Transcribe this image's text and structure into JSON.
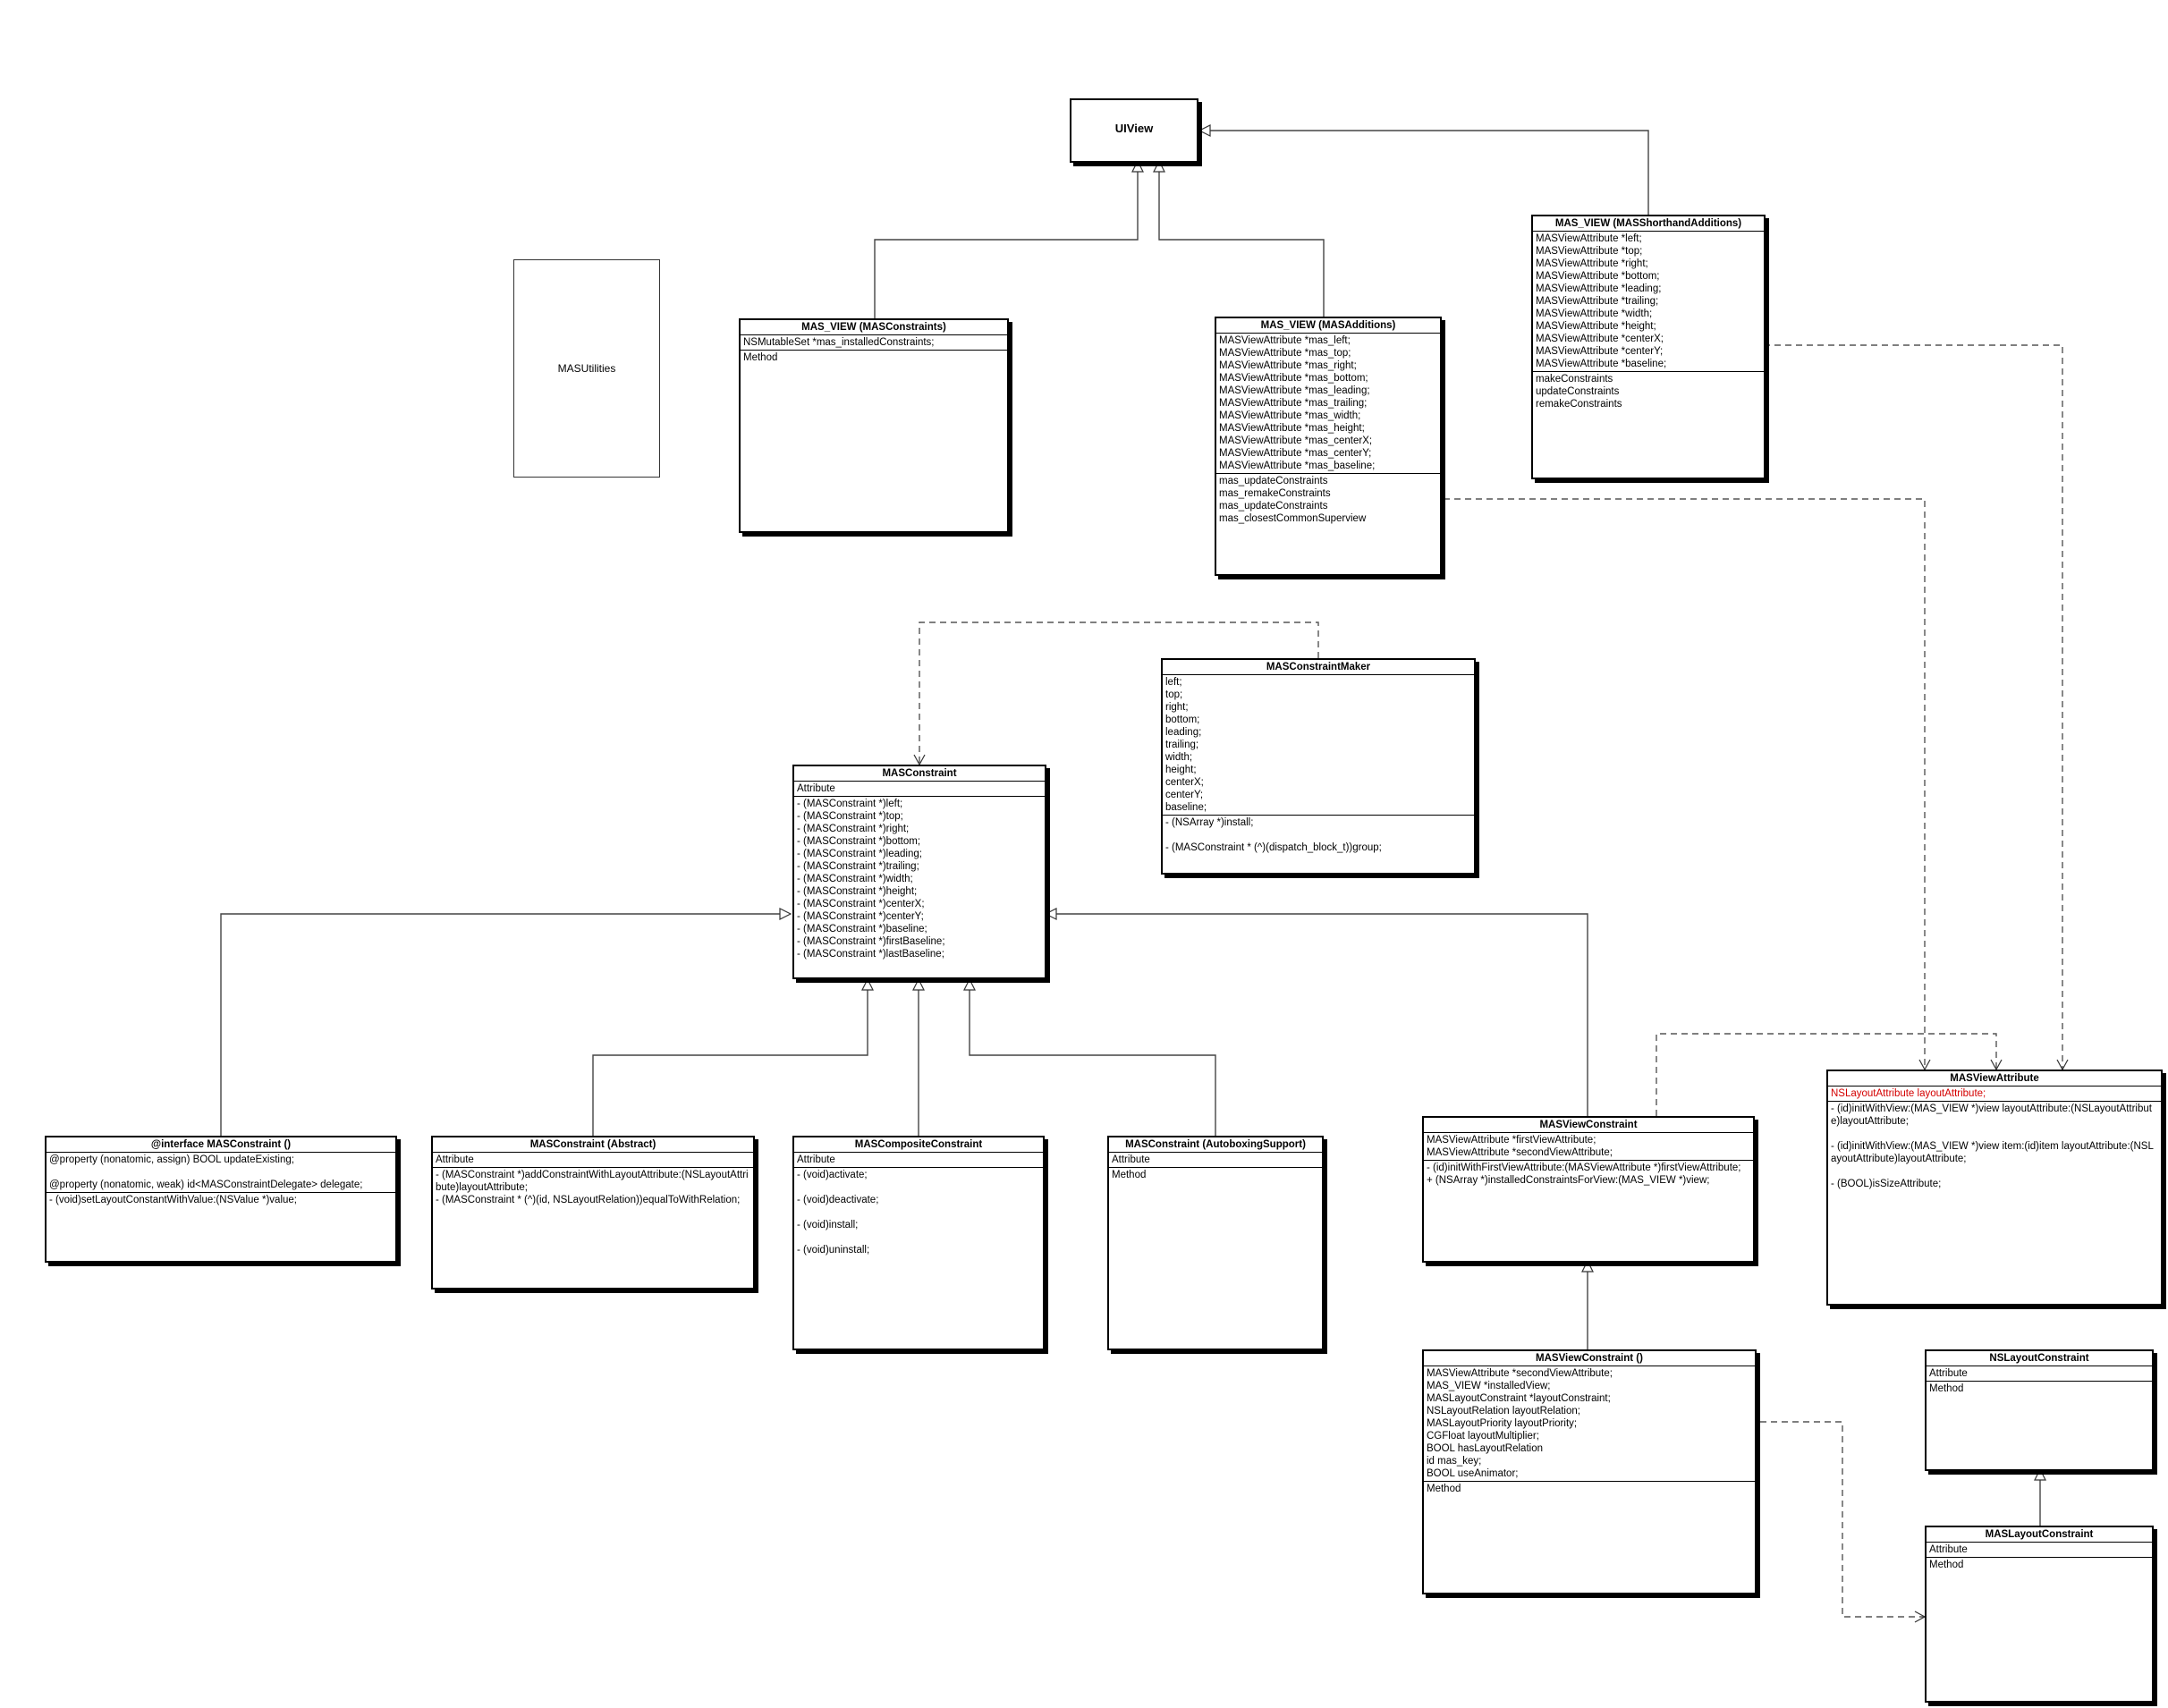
{
  "classes": {
    "uiview": {
      "title": "UIView"
    },
    "masutilities": {
      "title": "MASUtilities"
    },
    "mas_view_masconstraints": {
      "title": "MAS_VIEW (MASConstraints)",
      "attributes": [
        "NSMutableSet *mas_installedConstraints;"
      ],
      "methods": [
        "Method"
      ]
    },
    "mas_view_masadditions": {
      "title": "MAS_VIEW (MASAdditions)",
      "attributes": [
        "MASViewAttribute *mas_left;",
        "MASViewAttribute *mas_top;",
        "MASViewAttribute *mas_right;",
        "MASViewAttribute *mas_bottom;",
        "MASViewAttribute *mas_leading;",
        "MASViewAttribute *mas_trailing;",
        "MASViewAttribute *mas_width;",
        "MASViewAttribute *mas_height;",
        "MASViewAttribute *mas_centerX;",
        "MASViewAttribute *mas_centerY;",
        "MASViewAttribute *mas_baseline;"
      ],
      "methods": [
        "mas_updateConstraints",
        "mas_remakeConstraints",
        "mas_updateConstraints",
        "mas_closestCommonSuperview"
      ]
    },
    "mas_view_masshorthand": {
      "title": "MAS_VIEW (MASShorthandAdditions)",
      "attributes": [
        "MASViewAttribute *left;",
        "MASViewAttribute *top;",
        "MASViewAttribute *right;",
        "MASViewAttribute *bottom;",
        "MASViewAttribute *leading;",
        "MASViewAttribute *trailing;",
        "MASViewAttribute *width;",
        "MASViewAttribute *height;",
        "MASViewAttribute *centerX;",
        "MASViewAttribute *centerY;",
        "MASViewAttribute *baseline;"
      ],
      "methods": [
        "makeConstraints",
        "updateConstraints",
        "remakeConstraints"
      ]
    },
    "masconstraintmaker": {
      "title": "MASConstraintMaker",
      "attributes": [
        "left;",
        "top;",
        "right;",
        "bottom;",
        "leading;",
        "trailing;",
        "width;",
        "height;",
        "centerX;",
        "centerY;",
        "baseline;"
      ],
      "methods": [
        "- (NSArray *)install;",
        "",
        "- (MASConstraint * (^)(dispatch_block_t))group;"
      ]
    },
    "masconstraint": {
      "title": "MASConstraint",
      "attributes": [
        "Attribute"
      ],
      "methods": [
        "- (MASConstraint *)left;",
        "- (MASConstraint *)top;",
        "- (MASConstraint *)right;",
        "- (MASConstraint *)bottom;",
        "- (MASConstraint *)leading;",
        "- (MASConstraint *)trailing;",
        "- (MASConstraint *)width;",
        "- (MASConstraint *)height;",
        "- (MASConstraint *)centerX;",
        "- (MASConstraint *)centerY;",
        "- (MASConstraint *)baseline;",
        "- (MASConstraint *)firstBaseline;",
        "- (MASConstraint *)lastBaseline;"
      ]
    },
    "interface_masconstraint": {
      "title": "@interface MASConstraint ()",
      "attributes": [
        "@property (nonatomic, assign) BOOL updateExisting;",
        "",
        "@property (nonatomic, weak) id<MASConstraintDelegate> delegate;"
      ],
      "methods": [
        "- (void)setLayoutConstantWithValue:(NSValue *)value;"
      ]
    },
    "masconstraint_abstract": {
      "title": "MASConstraint (Abstract)",
      "attributes": [
        "Attribute"
      ],
      "methods": [
        "- (MASConstraint *)addConstraintWithLayoutAttribute:(NSLayoutAttribute)layoutAttribute;",
        "- (MASConstraint * (^)(id, NSLayoutRelation))equalToWithRelation;"
      ]
    },
    "mascompositeconstraint": {
      "title": "MASCompositeConstraint",
      "attributes": [
        "Attribute"
      ],
      "methods": [
        "- (void)activate;",
        "",
        "- (void)deactivate;",
        "",
        "- (void)install;",
        "",
        "- (void)uninstall;"
      ]
    },
    "masconstraint_autoboxing": {
      "title": "MASConstraint (AutoboxingSupport)",
      "attributes": [
        "Attribute"
      ],
      "methods": [
        "Method"
      ]
    },
    "masviewconstraint": {
      "title": "MASViewConstraint",
      "attributes": [
        "MASViewAttribute *firstViewAttribute;",
        "MASViewAttribute *secondViewAttribute;"
      ],
      "methods": [
        "- (id)initWithFirstViewAttribute:(MASViewAttribute *)firstViewAttribute;",
        "+ (NSArray *)installedConstraintsForView:(MAS_VIEW *)view;"
      ]
    },
    "masviewattribute": {
      "title": "MASViewAttribute",
      "attributes": [
        "NSLayoutAttribute layoutAttribute;"
      ],
      "methods": [
        "- (id)initWithView:(MAS_VIEW *)view layoutAttribute:(NSLayoutAttribute)layoutAttribute;",
        "",
        "- (id)initWithView:(MAS_VIEW *)view item:(id)item layoutAttribute:(NSLayoutAttribute)layoutAttribute;",
        "",
        "- (BOOL)isSizeAttribute;"
      ]
    },
    "masviewconstraint_ext": {
      "title": "MASViewConstraint ()",
      "attributes": [
        "MASViewAttribute *secondViewAttribute;",
        "MAS_VIEW *installedView;",
        "MASLayoutConstraint *layoutConstraint;",
        "NSLayoutRelation layoutRelation;",
        "MASLayoutPriority layoutPriority;",
        "CGFloat layoutMultiplier;",
        "BOOL hasLayoutRelation",
        "id mas_key;",
        "BOOL useAnimator;"
      ],
      "methods": [
        "Method"
      ]
    },
    "nslayoutconstraint": {
      "title": "NSLayoutConstraint",
      "attributes": [
        "Attribute"
      ],
      "methods": [
        "Method"
      ]
    },
    "maslayoutconstraint": {
      "title": "MASLayoutConstraint",
      "attributes": [
        "Attribute"
      ],
      "methods": [
        "Method"
      ]
    }
  },
  "colors": {
    "stroke": "#000000",
    "highlight": "#d40000"
  }
}
